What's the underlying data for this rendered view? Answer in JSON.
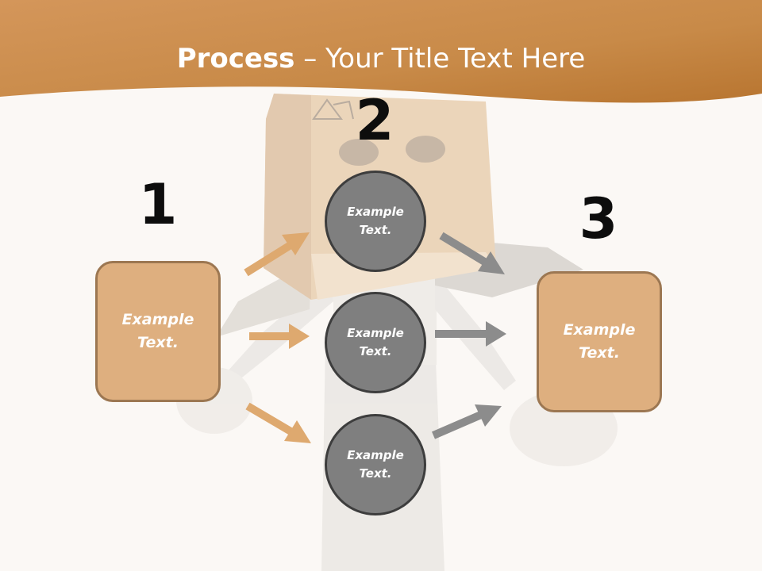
{
  "title": {
    "bold": "Process",
    "rest": " – Your Title Text Here"
  },
  "steps": {
    "one": {
      "number": "1",
      "text": "Example Text."
    },
    "two": {
      "number": "2",
      "circles": [
        "Example Text.",
        "Example Text.",
        "Example Text."
      ]
    },
    "three": {
      "number": "3",
      "text": "Example Text."
    }
  },
  "colors": {
    "header_band": "#c88a48",
    "box_fill": "#deaf7f",
    "box_border": "#9c7752",
    "circle_fill": "#7f7f7f",
    "circle_border": "#3d3d3d",
    "arrow_orange": "#dea96f",
    "arrow_gray": "#8c8c8c"
  }
}
